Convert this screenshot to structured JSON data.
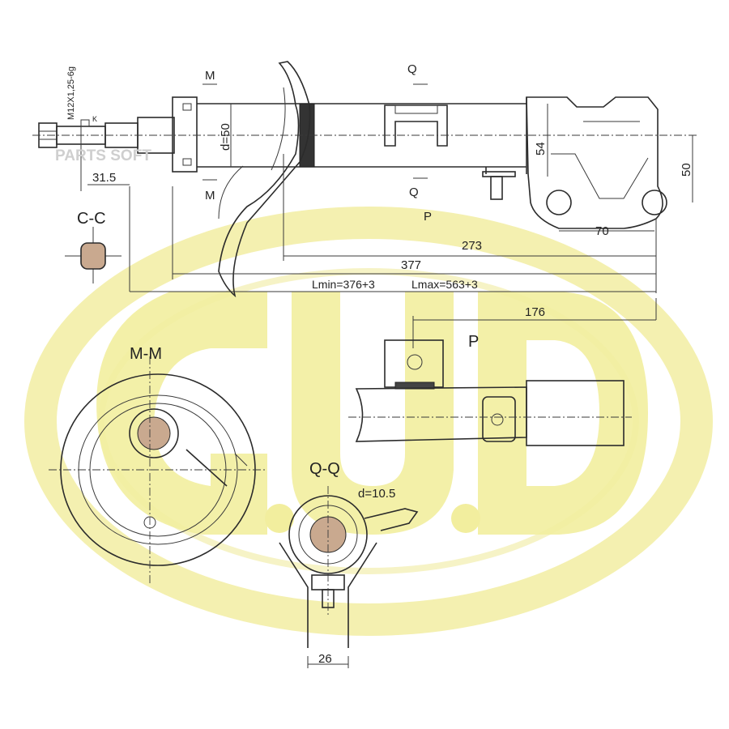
{
  "watermark": {
    "logo_letters": "G.U.D",
    "ring_color": "#f4f0b0",
    "letter_color": "#f2ee9e"
  },
  "parts_soft": "PARTS SOFT",
  "labels": {
    "thread": "M12X1,25-6g",
    "k": "K",
    "d50": "d=50",
    "dim_31_5": "31.5",
    "dim_54": "54",
    "dim_50": "50",
    "dim_70": "70",
    "dim_273": "273",
    "dim_377": "377",
    "lmin": "Lmin=376+3",
    "lmax": "Lmax=563+3",
    "dim_176": "176",
    "dim_26": "26",
    "d_10_5": "d=10.5"
  },
  "section_marks": {
    "m_top": "M",
    "m_bottom": "M",
    "q_top": "Q",
    "q_bottom": "Q",
    "p_mark": "P"
  },
  "view_titles": {
    "cc": "C-C",
    "mm": "M-M",
    "qq": "Q-Q",
    "p": "P"
  }
}
